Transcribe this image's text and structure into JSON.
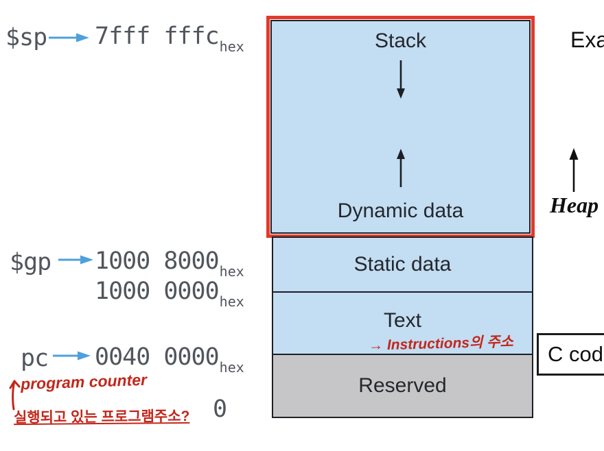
{
  "palette": {
    "segment_blue": "#c3ddf2",
    "reserved_gray": "#c6c6c8",
    "outline_ink": "#1c1f24",
    "label_ink": "#24272d",
    "register_ink": "#51555d",
    "highlight_red": "#e13a2c",
    "pointer_blue": "#4da0dc",
    "annotation_red": "#c2271b"
  },
  "registers": {
    "sp": {
      "name": "$sp",
      "value": "7fff fffc",
      "base": "hex"
    },
    "gp": {
      "name": "$gp",
      "value": "1000 8000",
      "base": "hex"
    },
    "static_base": {
      "value": "1000 0000",
      "base": "hex"
    },
    "pc": {
      "name": "pc",
      "value": "0040 0000",
      "base": "hex"
    },
    "zero": "0"
  },
  "memory_map": {
    "stack": "Stack",
    "dynamic": "Dynamic data",
    "static": "Static data",
    "text": "Text",
    "reserved": "Reserved"
  },
  "side": {
    "example": "Exa",
    "heap": "Heap",
    "c_code": "C cod"
  },
  "handwritten": {
    "text_note": "→ Instructions의 주소",
    "pc_note_en": "program counter",
    "pc_note_ko": "실행되고 있는 프로그램주소?"
  }
}
